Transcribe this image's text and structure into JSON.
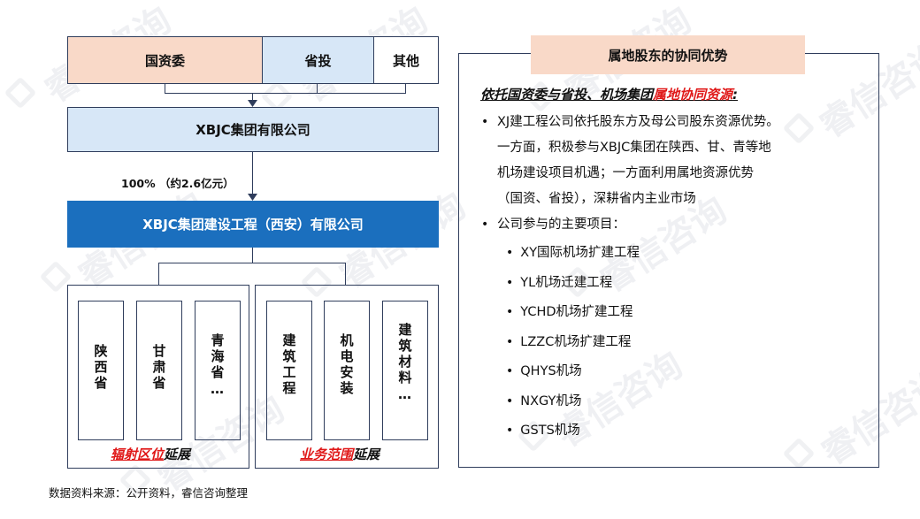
{
  "shareholders": [
    "国资委",
    "省投",
    "其他"
  ],
  "group_company": "XBJC集团有限公司",
  "ownership": "100% （约2.6亿元）",
  "subsidiary": "XBJC集团建设工程（西安）有限公司",
  "regions": [
    "陕西省",
    "甘肃省",
    "青海省…"
  ],
  "businesses": [
    "建筑工程",
    "机电安装",
    "建筑材料…"
  ],
  "region_label_red": "辐射区位",
  "region_label_black": "延展",
  "business_label_red": "业务范围",
  "business_label_black": "延展",
  "panel": {
    "title": "属地股东的协同优势",
    "subhead_black": "依托国资委与省投、机场集团",
    "subhead_red": "属地协同资源",
    "subhead_colon": ":",
    "bullets": [
      {
        "lines": [
          "XJ建工程公司依托股东方及母公司股东资源优势。",
          "一方面，积极参与XBJC集团在陕西、甘、青等地",
          "机场建设项目机遇；一方面利用属地资源优势",
          "（国资、省投），深耕省内主业市场"
        ]
      },
      {
        "lines": [
          "公司参与的主要项目："
        ]
      }
    ],
    "projects": [
      "XY国际机场扩建工程",
      "YL机场迁建工程",
      "YCHD机场扩建工程",
      "LZZC机场扩建工程",
      "QHYS机场",
      "NXGY机场",
      "GSTS机场"
    ]
  },
  "watermark": "睿信咨询",
  "source": "数据资料来源：公开资料，睿信咨询整理",
  "colors": {
    "peach": "#f9d9c8",
    "light_blue": "#d7e7f7",
    "dark_blue": "#1b6fbe",
    "red": "#e01818",
    "line": "#2f3d5c"
  }
}
